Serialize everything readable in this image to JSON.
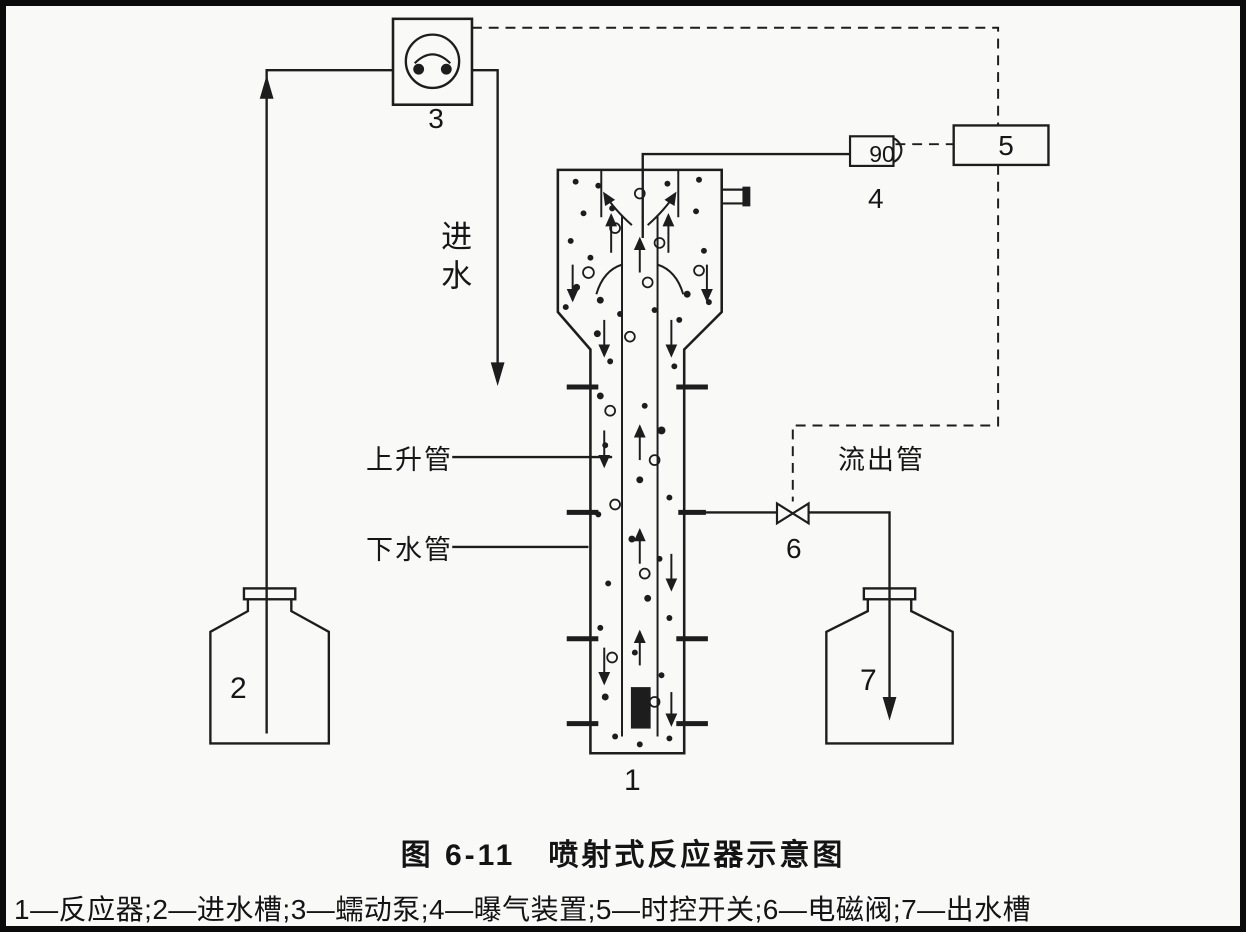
{
  "figure": {
    "caption": "图 6-11　喷射式反应器示意图",
    "legend": "1—反应器;2—进水槽;3—蠕动泵;4—曝气装置;5—时控开关;6—电磁阀;7—出水槽"
  },
  "labels": {
    "reactor": "1",
    "inlet_tank": "2",
    "pump": "3",
    "aerator": "4",
    "timer": "5",
    "valve": "6",
    "outlet_tank": "7",
    "meter_value": "90",
    "inlet_water": "进水",
    "riser_pipe": "上升管",
    "downcomer_pipe": "下水管",
    "outflow_pipe": "流出管"
  },
  "colors": {
    "line": "#1d1d1d",
    "background": "#f9f9f8",
    "frame": "#0b0b0b"
  }
}
